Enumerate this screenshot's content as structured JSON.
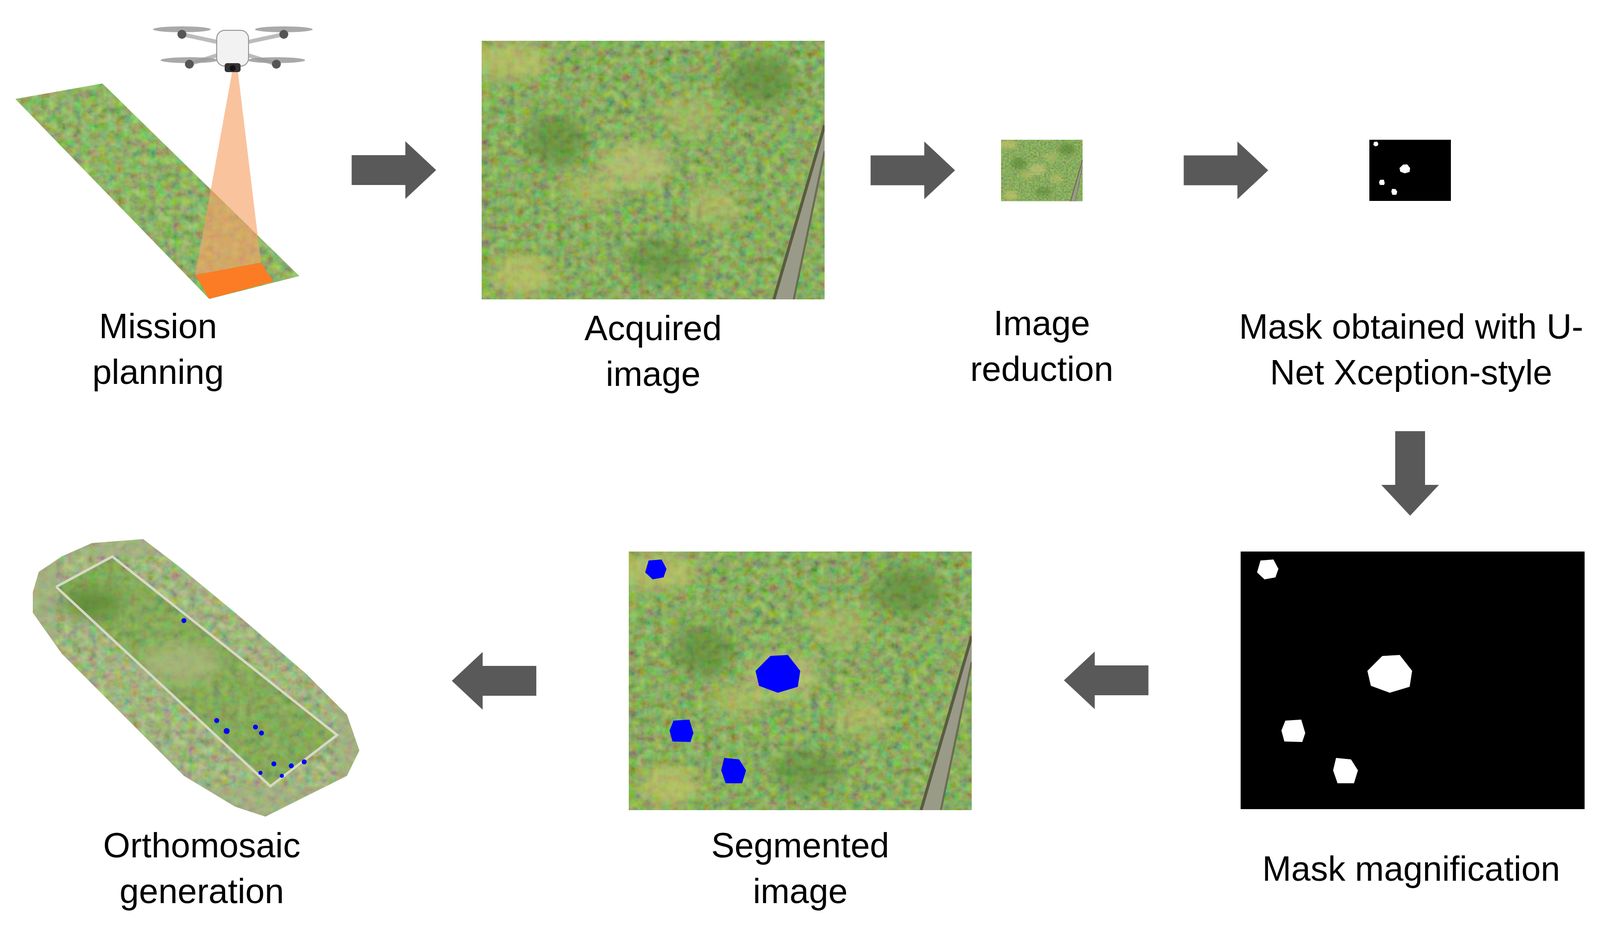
{
  "diagram": {
    "nodes": [
      {
        "text": [
          "Mission planning"
        ]
      },
      {
        "text": [
          "Acquired image"
        ]
      },
      {
        "text": [
          "Image reduction"
        ]
      },
      {
        "text": [
          "Mask obtained with U-Net Xception-style"
        ]
      },
      {
        "text": [
          "Mask magnification"
        ]
      },
      {
        "text": [
          "Segmented image"
        ]
      },
      {
        "text": [
          "Orthomosaic generation"
        ]
      }
    ],
    "edges": [
      {
        "from": 0,
        "to": 1,
        "arrow": "to"
      },
      {
        "from": 1,
        "to": 2,
        "arrow": "to"
      },
      {
        "from": 2,
        "to": 3,
        "arrow": "to"
      },
      {
        "from": 3,
        "to": 4,
        "arrow": "to"
      },
      {
        "from": 4,
        "to": 5,
        "arrow": "to"
      },
      {
        "from": 5,
        "to": 6,
        "arrow": "to"
      }
    ]
  }
}
